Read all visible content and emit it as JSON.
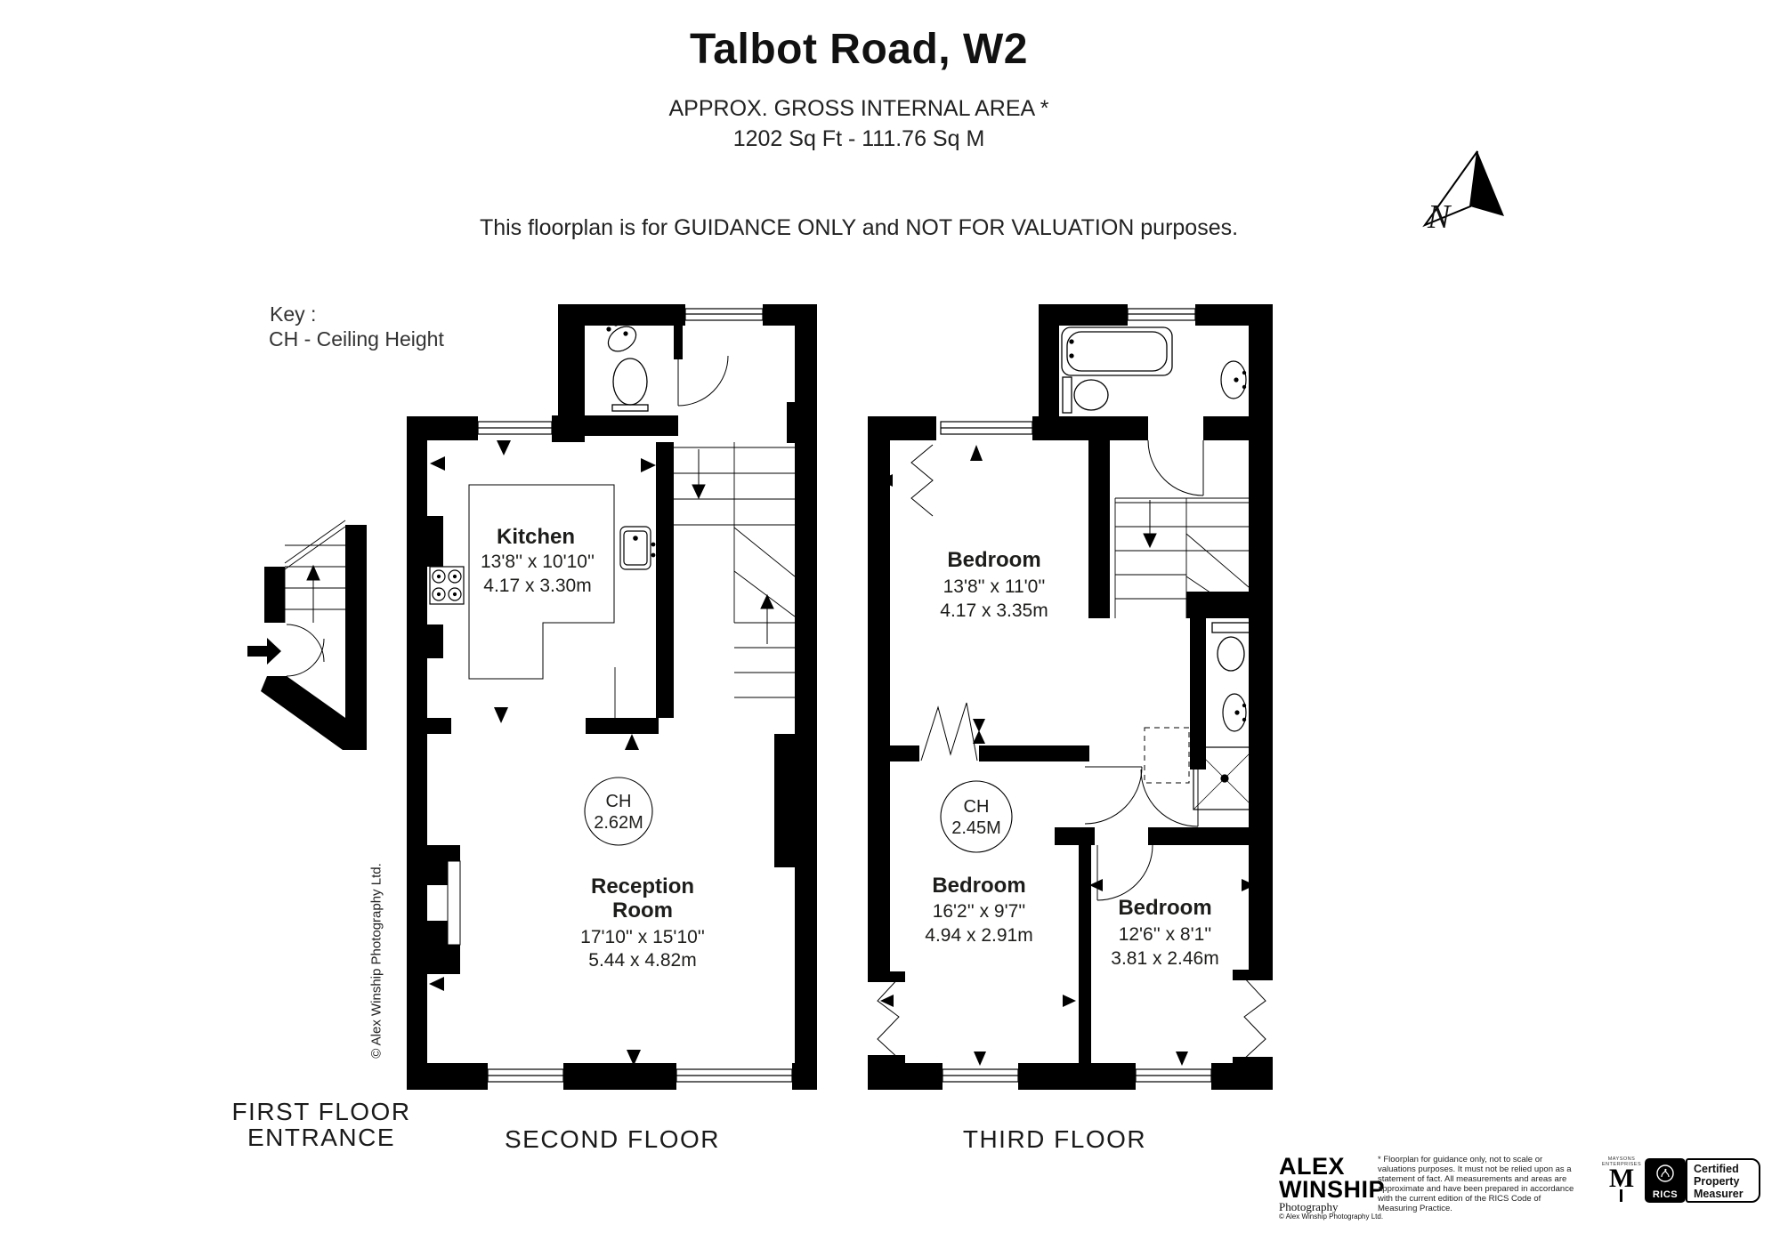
{
  "colors": {
    "ink": "#000000",
    "background": "#ffffff",
    "text": "#1d1d1b"
  },
  "header": {
    "title": "Talbot Road, W2",
    "area_line1": "APPROX. GROSS INTERNAL  AREA *",
    "area_line2": "1202 Sq Ft  -  111.76 Sq M",
    "guidance": "This floorplan is for GUIDANCE ONLY and NOT FOR VALUATION purposes."
  },
  "key": {
    "title": "Key :",
    "entry": "CH - Ceiling Height"
  },
  "compass": {
    "label": "N"
  },
  "watermark": "© Alex Winship Photography Ltd.",
  "floors": {
    "first": {
      "label_line1": "FIRST FLOOR",
      "label_line2": "ENTRANCE"
    },
    "second": {
      "label": "SECOND FLOOR",
      "kitchen": {
        "name": "Kitchen",
        "imperial": "13'8'' x 10'10''",
        "metric": "4.17 x 3.30m"
      },
      "reception": {
        "name_line1": "Reception",
        "name_line2": "Room",
        "imperial": "17'10'' x 15'10''",
        "metric": "5.44 x 4.82m"
      },
      "ceiling": {
        "abbr": "CH",
        "value": "2.62M"
      }
    },
    "third": {
      "label": "THIRD FLOOR",
      "bedroom1": {
        "name": "Bedroom",
        "imperial": "13'8'' x 11'0''",
        "metric": "4.17 x 3.35m"
      },
      "ceiling": {
        "abbr": "CH",
        "value": "2.45M"
      },
      "bedroom2": {
        "name": "Bedroom",
        "imperial": "16'2'' x 9'7''",
        "metric": "4.94 x 2.91m"
      },
      "bedroom3": {
        "name": "Bedroom",
        "imperial": "12'6'' x 8'1''",
        "metric": "3.81 x 2.46m"
      }
    }
  },
  "footer": {
    "brand_line1": "ALEX",
    "brand_line2": "WINSHIP",
    "brand_sub": "Photography",
    "brand_copyright": "© Alex Winship Photography Ltd.",
    "disclaimer": "* Floorplan for guidance only, not to scale or valuations purposes. It must not be relied upon as a statement of fact. All measurements and areas are approximate and have been prepared in accordance with the current edition of the RICS Code of Measuring Practice.",
    "partner_caption_line1": "MAYSONS",
    "partner_caption_line2": "ENTERPRISES",
    "partner_monogram": "M",
    "rics_label": "RICS",
    "cert_line1": "Certified",
    "cert_line2": "Property",
    "cert_line3": "Measurer"
  }
}
